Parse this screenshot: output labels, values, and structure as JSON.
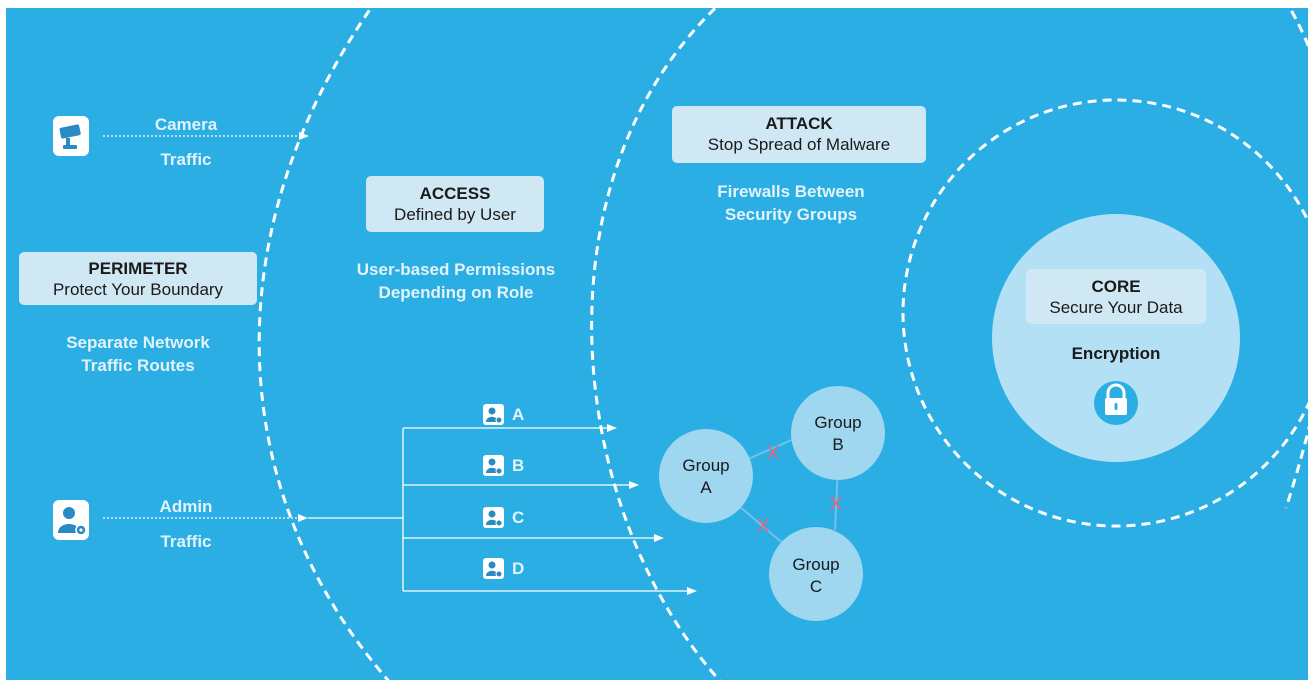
{
  "perimeter": {
    "title": "PERIMETER",
    "subtitle": "Protect Your Boundary",
    "note_line1": "Separate Network",
    "note_line2": "Traffic Routes"
  },
  "access": {
    "title": "ACCESS",
    "subtitle": "Defined by User",
    "note_line1": "User-based Permissions",
    "note_line2": "Depending on Role"
  },
  "attack": {
    "title": "ATTACK",
    "subtitle": "Stop Spread of Malware",
    "note_line1": "Firewalls Between",
    "note_line2": "Security Groups"
  },
  "core": {
    "title": "CORE",
    "subtitle": "Secure Your Data",
    "note": "Encryption"
  },
  "camera_traffic": {
    "line1": "Camera",
    "line2": "Traffic",
    "icon": "camera-icon"
  },
  "admin_traffic": {
    "line1": "Admin",
    "line2": "Traffic",
    "icon": "admin-user-icon"
  },
  "users": [
    "A",
    "B",
    "C",
    "D"
  ],
  "groups": [
    {
      "line1": "Group",
      "line2": "A"
    },
    {
      "line1": "Group",
      "line2": "B"
    },
    {
      "line1": "Group",
      "line2": "C"
    }
  ],
  "blocked_mark": "X",
  "colors": {
    "background": "#2aaee4",
    "label_box": "#cfe8f4",
    "group_circle": "#9fd6f0",
    "core_circle": "#b3e0f5",
    "dashed_line": "#ffffff",
    "blocked_mark": "#e8657a",
    "icon_tile": "#ffffff",
    "icon_fill": "#2a8ac4",
    "text_light": "#e2f3fb"
  }
}
